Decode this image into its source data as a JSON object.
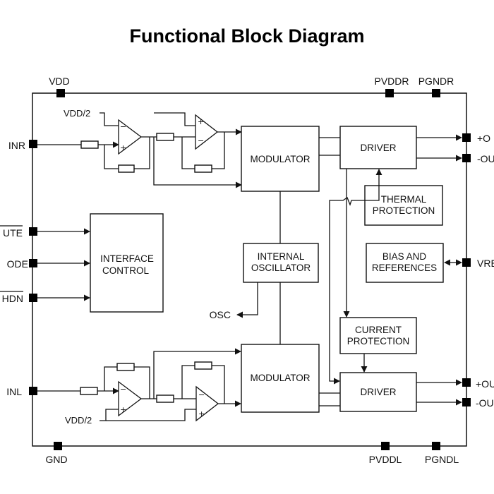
{
  "title": "Functional Block Diagram",
  "pins": {
    "vdd": "VDD",
    "pvddr": "PVDDR",
    "pgndr": "PGNDR",
    "inr": "INR",
    "mute": "UTE",
    "mode": "ODE",
    "shdn": "HDN",
    "osc": "OSC",
    "inl": "INL",
    "gnd": "GND",
    "pvddl": "PVDDL",
    "pgndl": "PGNDL",
    "outr_p": "+O",
    "outr_n": "-OU",
    "vref": "VRE",
    "outl_p": "+OU",
    "outl_n": "-OU"
  },
  "blocks": {
    "modulator_top": "MODULATOR",
    "modulator_bottom": "MODULATOR",
    "driver_top": "DRIVER",
    "driver_bottom": "DRIVER",
    "thermal_1": "THERMAL",
    "thermal_2": "PROTECTION",
    "interface_1": "INTERFACE",
    "interface_2": "CONTROL",
    "oscillator_1": "INTERNAL",
    "oscillator_2": "OSCILLATOR",
    "bias_1": "BIAS AND",
    "bias_2": "REFERENCES",
    "current_1": "CURRENT",
    "current_2": "PROTECTION"
  },
  "labels": {
    "vdd2_top": "VDD/2",
    "vdd2_bottom": "VDD/2"
  },
  "opamp_symbols": {
    "minus": "−",
    "plus": "+"
  }
}
